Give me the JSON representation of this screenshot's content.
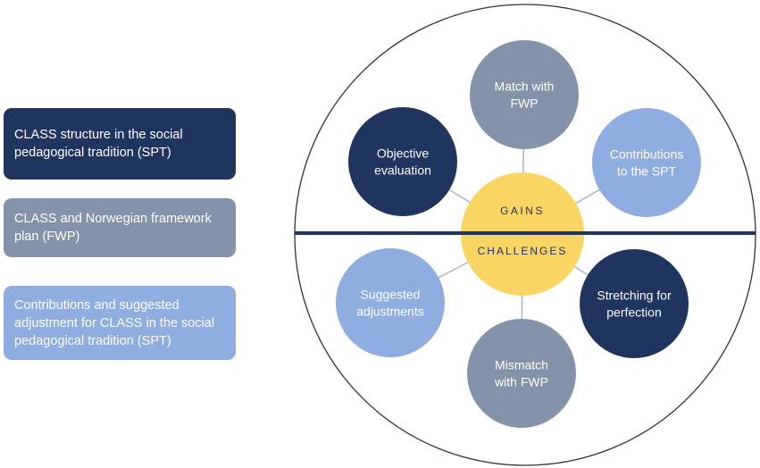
{
  "legend": {
    "items": [
      {
        "label": "CLASS structure in the social pedagogical tradition (SPT)",
        "color": "#1f3560"
      },
      {
        "label": "CLASS and Norwegian framework plan (FWP)",
        "color": "#8394aa"
      },
      {
        "label": "Contributions and suggested adjustment for CLASS in the social pedagogical tradition (SPT)",
        "color": "#8fade0"
      }
    ]
  },
  "diagram": {
    "center_top_label": "GAINS",
    "center_bottom_label": "CHALLENGES",
    "center_color": "#fbd563",
    "divider_color": "#1f3560",
    "nodes": [
      {
        "lines": [
          "Match with",
          "FWP"
        ],
        "color": "#8394aa"
      },
      {
        "lines": [
          "Contributions",
          "to the SPT"
        ],
        "color": "#8fade0"
      },
      {
        "lines": [
          "Stretching for",
          "perfection"
        ],
        "color": "#1f3560"
      },
      {
        "lines": [
          "Mismatch",
          "with FWP"
        ],
        "color": "#8394aa"
      },
      {
        "lines": [
          "Suggested",
          "adjustments"
        ],
        "color": "#8fade0"
      },
      {
        "lines": [
          "Objective",
          "evaluation"
        ],
        "color": "#1f3560"
      }
    ]
  }
}
